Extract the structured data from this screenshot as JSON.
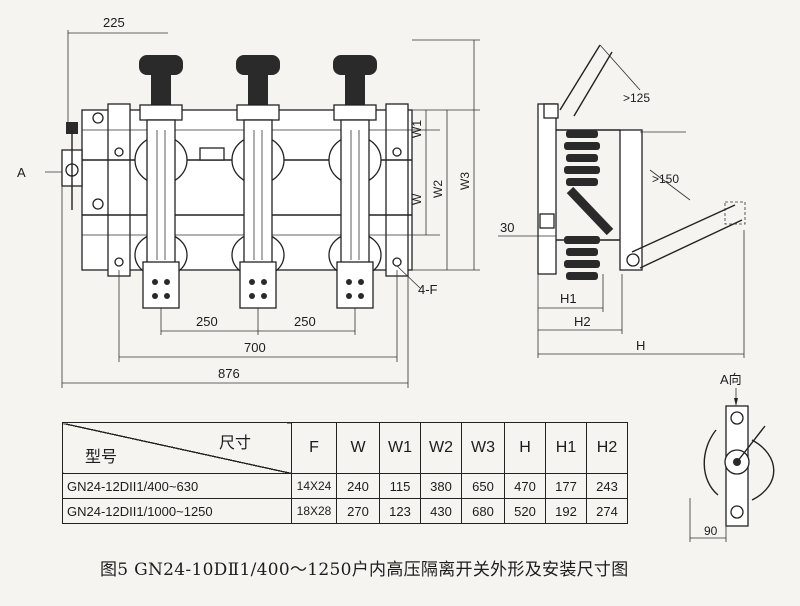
{
  "front_view": {
    "dim_top": "225",
    "dim_250_left": "250",
    "dim_250_right": "250",
    "dim_700": "700",
    "dim_876": "876",
    "label_a": "A",
    "label_4f": "4-F",
    "label_w1": "W1",
    "label_w": "W",
    "label_w2": "W2",
    "label_w3": "W3"
  },
  "side_view": {
    "angle_125": ">125",
    "angle_150": ">150",
    "dim_30": "30",
    "label_h1": "H1",
    "label_h2": "H2",
    "label_h": "H"
  },
  "detail_view": {
    "title": "A向",
    "dim_90": "90"
  },
  "table": {
    "header_param": "尺寸",
    "header_model": "型号",
    "columns": [
      "F",
      "W",
      "W1",
      "W2",
      "W3",
      "H",
      "H1",
      "H2"
    ],
    "rows": [
      {
        "model": "GN24-12DII1/400~630",
        "values": [
          "14X24",
          "240",
          "115",
          "380",
          "650",
          "470",
          "177",
          "243"
        ]
      },
      {
        "model": "GN24-12DII1/1000~1250",
        "values": [
          "18X28",
          "270",
          "123",
          "430",
          "680",
          "520",
          "192",
          "274"
        ]
      }
    ]
  },
  "caption": "图5   GN24-10DⅡ1/400～1250户内高压隔离开关外形及安装尺寸图"
}
